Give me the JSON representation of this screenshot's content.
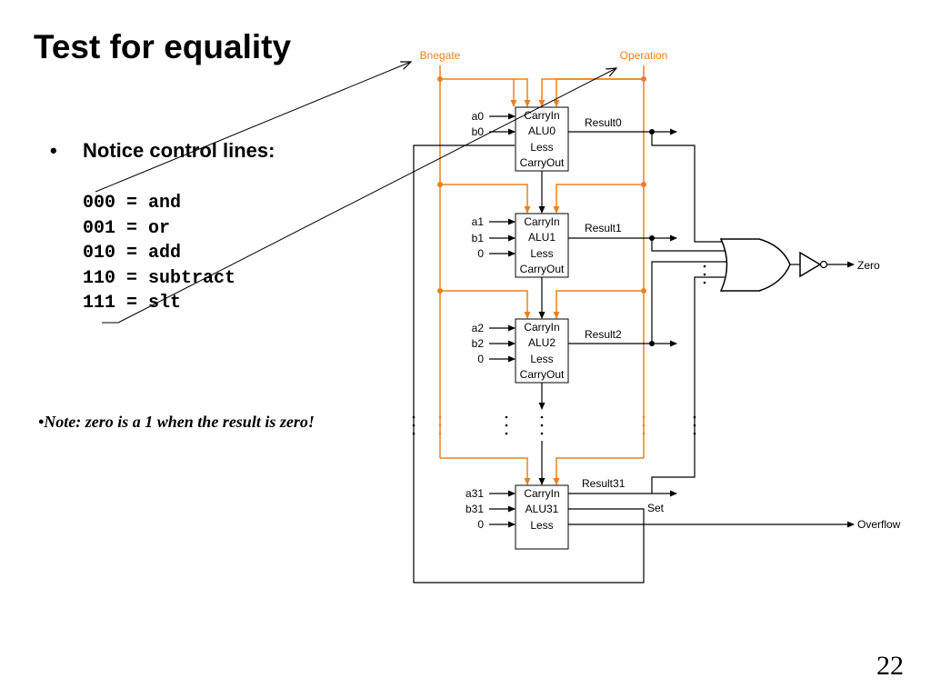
{
  "slide": {
    "title": "Test for equality",
    "bullet": "Notice control lines:",
    "codes": [
      "000 = and",
      "001 = or",
      "010 = add",
      "110 = subtract",
      "111 = slt"
    ],
    "note": "•Note:  zero is a 1 when the result is zero!",
    "page_number": "22"
  },
  "colors": {
    "control": "#E8821E",
    "wire": "#000000"
  },
  "diagram": {
    "control_lines": [
      "Bnegate",
      "Operation"
    ],
    "alus": [
      {
        "name": "ALU0",
        "inputs": [
          "a0",
          "b0"
        ],
        "result": "Result0",
        "ports": [
          "CarryIn",
          "ALU0",
          "Less",
          "CarryOut"
        ]
      },
      {
        "name": "ALU1",
        "inputs": [
          "a1",
          "b1",
          "0"
        ],
        "result": "Result1",
        "ports": [
          "CarryIn",
          "ALU1",
          "Less",
          "CarryOut"
        ]
      },
      {
        "name": "ALU2",
        "inputs": [
          "a2",
          "b2",
          "0"
        ],
        "result": "Result2",
        "ports": [
          "CarryIn",
          "ALU2",
          "Less",
          "CarryOut"
        ]
      },
      {
        "name": "ALU31",
        "inputs": [
          "a31",
          "b31",
          "0"
        ],
        "result": "Result31",
        "ports": [
          "CarryIn",
          "ALU31",
          "Less"
        ]
      }
    ],
    "outputs": {
      "zero": "Zero",
      "set": "Set",
      "overflow": "Overflow"
    }
  }
}
